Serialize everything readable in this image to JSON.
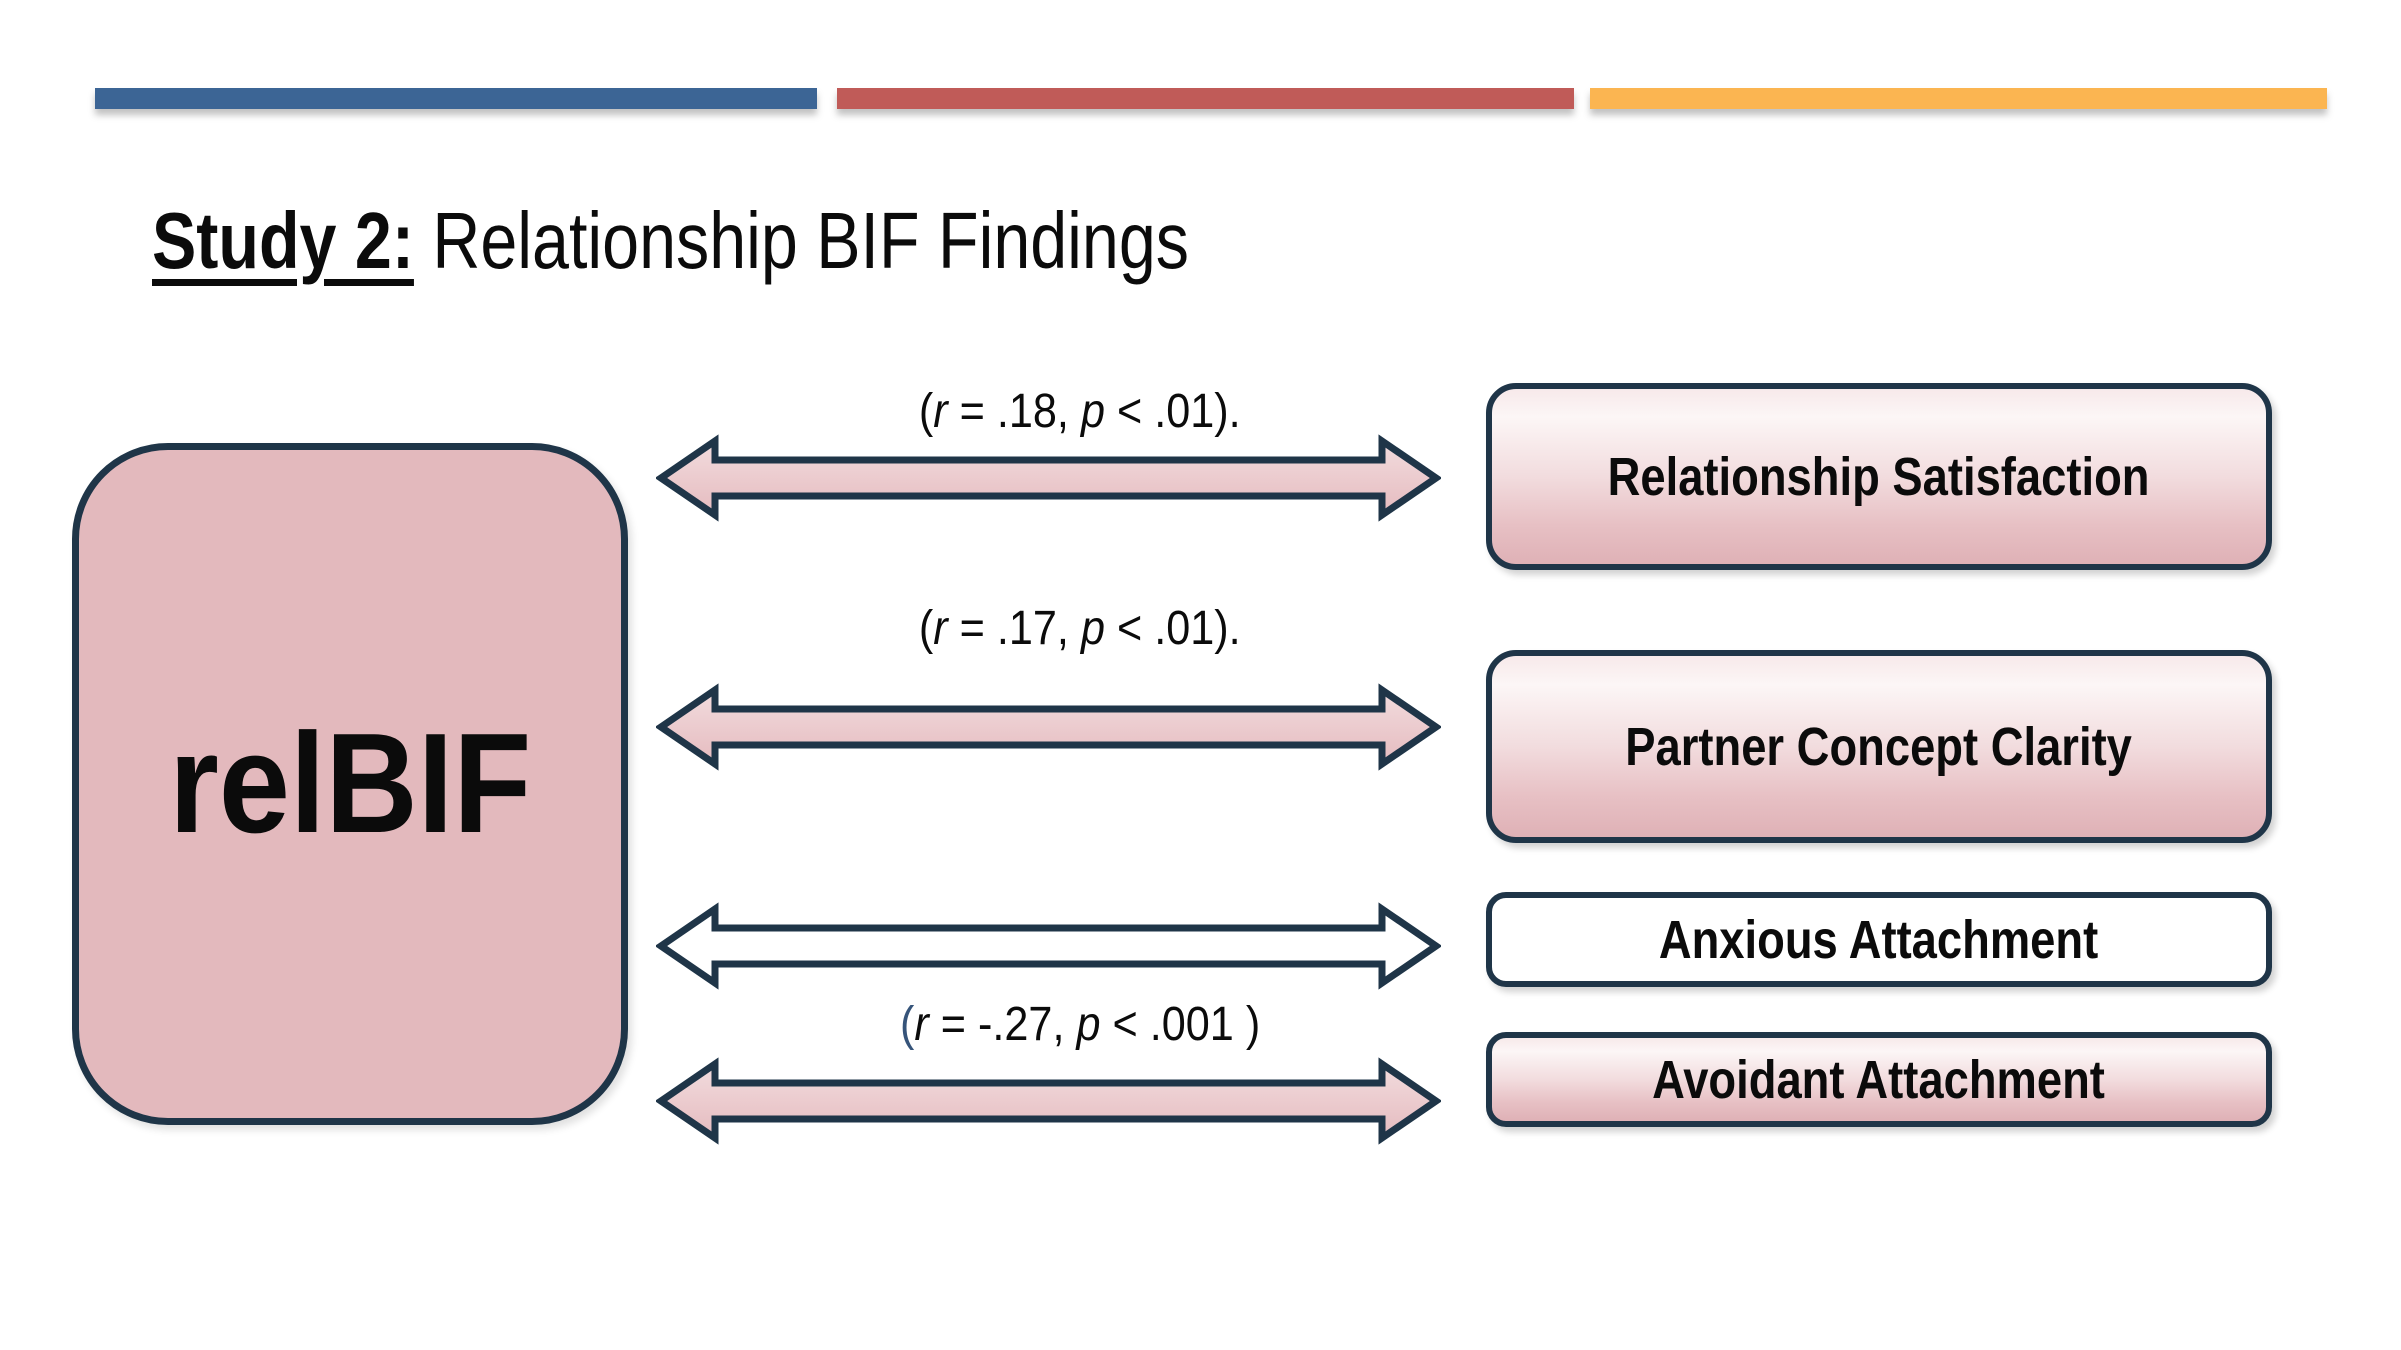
{
  "title": {
    "prefix": "Study 2:",
    "suffix": " Relationship BIF Findings"
  },
  "relbif": {
    "label": "relBIF"
  },
  "arrows": [
    {
      "style": "pink",
      "label": {
        "open": "(",
        "r": "r",
        "mid": " = .18, ",
        "p": "p",
        "close": " < .01)."
      },
      "target": "Relationship Satisfaction"
    },
    {
      "style": "pink",
      "label": {
        "open": "(",
        "r": "r",
        "mid": " = .17, ",
        "p": "p",
        "close": " < .01)."
      },
      "target": "Partner Concept Clarity"
    },
    {
      "style": "white",
      "label": null,
      "target": "Anxious Attachment"
    },
    {
      "style": "pink",
      "label": {
        "open": "(",
        "r": "r",
        "mid": " = -.27, ",
        "p": "p",
        "close": " < .001 )"
      },
      "target": "Avoidant Attachment"
    }
  ],
  "boxes": [
    {
      "label": "Relationship Satisfaction"
    },
    {
      "label": "Partner Concept Clarity"
    },
    {
      "label": "Anxious Attachment"
    },
    {
      "label": "Avoidant Attachment"
    }
  ],
  "colors": {
    "accent_blue": "#3c6595",
    "accent_red": "#c05b58",
    "accent_yellow": "#fbb551",
    "outline_navy": "#1f3548",
    "pink_fill": "#e3b9bd",
    "arrow_pink_top": "#f2dcde",
    "arrow_pink_bottom": "#e5bbbf",
    "paren_navy": "#36547a",
    "text": "#0b0b0b",
    "background": "#ffffff"
  }
}
